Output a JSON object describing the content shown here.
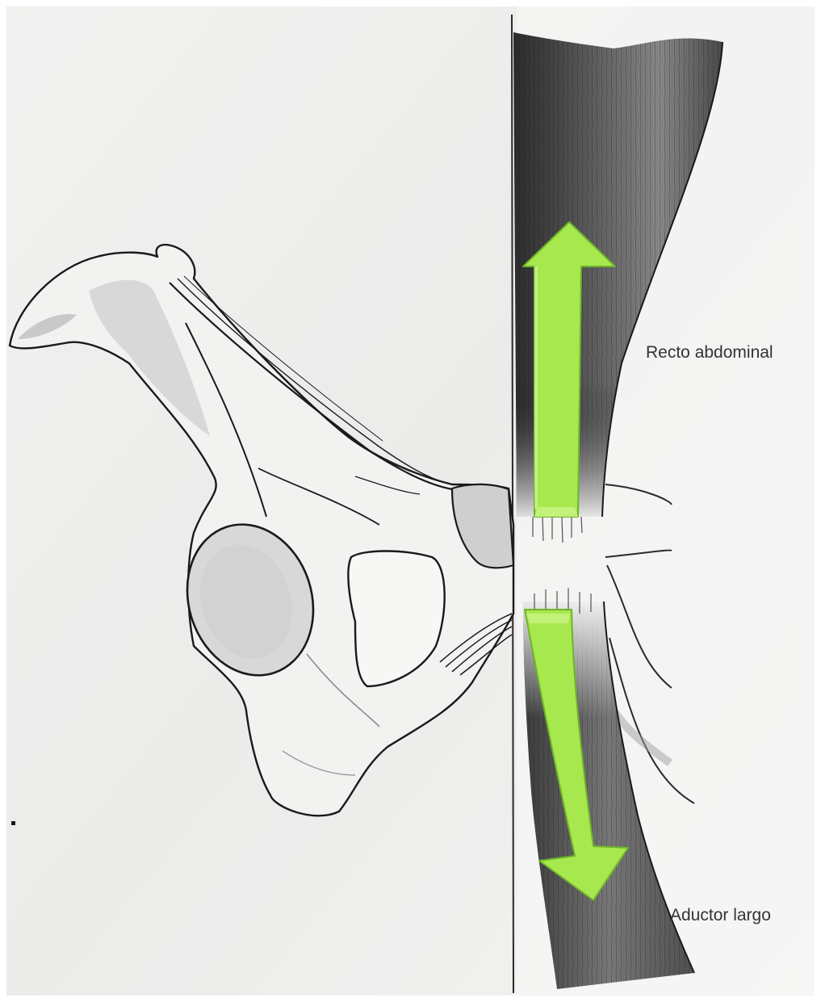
{
  "labels": {
    "recto_abdominal": "Recto abdominal",
    "aductor_largo": "Aductor largo"
  },
  "arrows": [
    {
      "name": "upward-pull",
      "direction": "up",
      "color": "#9fe34a"
    },
    {
      "name": "downward-pull",
      "direction": "down",
      "color": "#9fe34a"
    }
  ],
  "colors": {
    "paper": "#ededeb",
    "ink": "#1a1a1a",
    "muscle_shade": "#6a6a6a",
    "arrow": "#9fe34a",
    "arrow_edge": "#6fb32a"
  }
}
